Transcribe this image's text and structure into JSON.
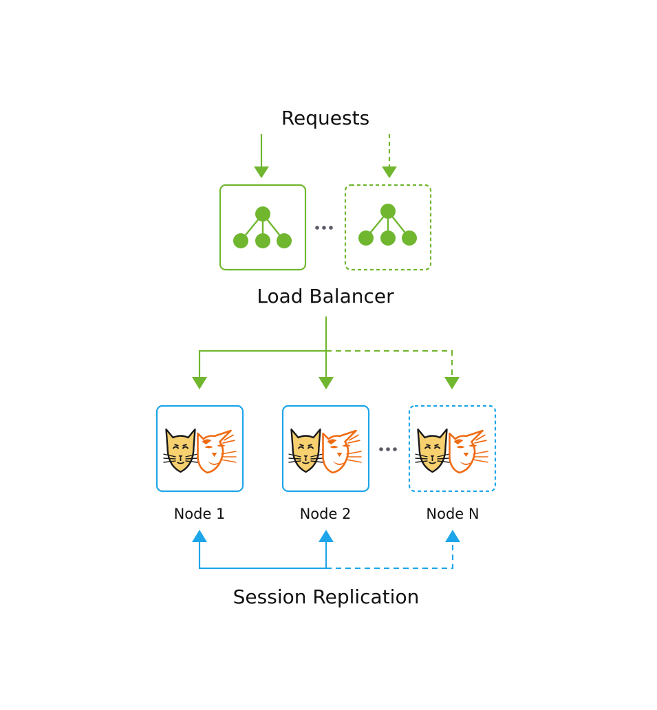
{
  "labels": {
    "requests": "Requests",
    "load_balancer": "Load Balancer",
    "session_replication": "Session Replication"
  },
  "nodes": [
    {
      "label": "Node 1",
      "style": "solid"
    },
    {
      "label": "Node 2",
      "style": "solid"
    },
    {
      "label": "Node N",
      "style": "dashed"
    }
  ],
  "load_balancers": [
    {
      "style": "solid",
      "icon": "hierarchy-icon"
    },
    {
      "style": "dashed",
      "icon": "hierarchy-icon"
    }
  ],
  "colors": {
    "green": "#70b62f",
    "blue": "#1ea5e9",
    "ellipsis": "#5a5a66",
    "tomcat_yellow": "#f7d070",
    "tomcat_orange": "#ef6b13"
  }
}
